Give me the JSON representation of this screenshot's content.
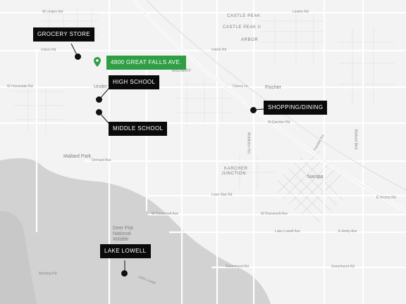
{
  "map": {
    "colors": {
      "background": "#f3f3f3",
      "water": "#d2d2d2",
      "road": "#ffffff",
      "callout": "#0b0b0b",
      "address_marker": "#2f9e44"
    },
    "address": {
      "label": "4800 GREAT FALLS AVE.",
      "icon": "map-pin-icon"
    },
    "callouts": [
      {
        "id": "grocery",
        "label": "GROCERY STORE"
      },
      {
        "id": "high-school",
        "label": "HIGH SCHOOL"
      },
      {
        "id": "middle-school",
        "label": "MIDDLE SCHOOL"
      },
      {
        "id": "shopping",
        "label": "SHOPPING/DINING"
      },
      {
        "id": "lake-lowell",
        "label": "LAKE LOWELL"
      }
    ],
    "areas": [
      "CASTLE PEAK",
      "CASTLE PEAK II",
      "ARBOR",
      "MIDWAY",
      "KARCHER",
      "JUNCTION"
    ],
    "places": [
      "Fischer",
      "Mallard Park",
      "Nampa",
      "Deer Flat",
      "National",
      "Wildlife",
      "Under"
    ],
    "roads": [
      "W Linden Rd",
      "Linden Rd",
      "Ustick Rd",
      "W Homedale Rd",
      "Cherry Ln",
      "W Karcher Rd",
      "Orchard Ave",
      "Lone Star Rd",
      "W Roosevelt Ave",
      "Lake Lowell Ave",
      "E Amity Ave",
      "Greenhurst Rd",
      "Marsing Rd",
      "Lake Lowell",
      "Middleton Rd",
      "Midland Blvd",
      "Franklin Rd",
      "E Victory Rd"
    ]
  }
}
